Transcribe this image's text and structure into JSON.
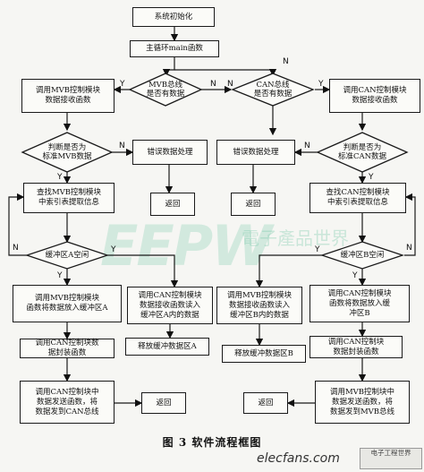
{
  "watermark": {
    "main": "EEPW",
    "sub": "電子產品世界"
  },
  "nodes": {
    "init": "系统初始化",
    "main": "主循环main函数",
    "mvb_dec": "MVB总线\n是否有数据",
    "can_dec": "CAN总线\n是否有数据",
    "mvb_recv": "调用MVB控制模块\n数据接收函数",
    "can_recv": "调用CAN控制模块\n数据接收函数",
    "mvb_std": "判断是否为\n标准MVB数据",
    "can_std": "判断是否为\n标准CAN数据",
    "err_l": "错误数据处理",
    "err_r": "错误数据处理",
    "ret_l": "返回",
    "ret_r": "返回",
    "mvb_lookup": "查找MVB控制模块\n中索引表提取信息",
    "can_lookup": "查找CAN控制模块\n中索引表提取信息",
    "bufA_dec": "缓冲区A空闲",
    "bufB_dec": "缓冲区B空闲",
    "mvb_putA": "调用MVB控制模块\n函数将数据放入缓冲区A",
    "can_readA": "调用CAN控制模块\n数据接收函数读入\n缓冲区A内的数据",
    "mvb_readB": "调用MVB控制模块\n数据接收函数读入\n缓冲区B内的数据",
    "can_putB": "调用CAN控制模块\n函数将数据放入缓\n冲区B",
    "can_pack": "调用CAN控制块数\n据封装函数",
    "releaseA": "释放缓冲数据区A",
    "releaseB": "释放缓冲数据区B",
    "can_pack2": "调用CAN控制块\n数据封装函数",
    "can_send": "调用CAN控制块中\n数据发送函数，将\n数据发到CAN总线",
    "ret_bl": "返回",
    "ret_br": "返回",
    "mvb_send": "调用MVB控制块中\n数据发送函数，将\n数据发到MVB总线"
  },
  "labels": {
    "y": "Y",
    "n": "N"
  },
  "caption": "图 3   软件流程框图",
  "footer": {
    "site": "elecfans.com",
    "logo": "电子工程世界"
  }
}
